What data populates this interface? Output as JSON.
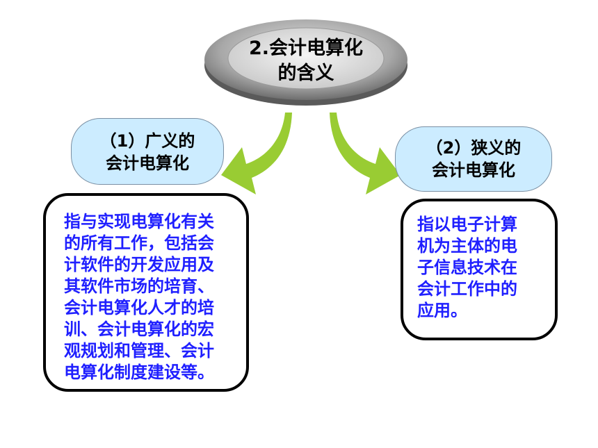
{
  "title": {
    "line1": "2.会计电算化",
    "line2": "的含义"
  },
  "broad": {
    "label_line1": "（1）广义的",
    "label_line2": "会计电算化",
    "description_lines": [
      "指与实现电算化有关",
      "的所有工作，包括会",
      "计软件的开发应用及",
      "其软件市场的培育、",
      "会计电算化人才的培",
      "训、会计电算化的宏",
      "观规划和管理、会计",
      "电算化制度建设等。"
    ]
  },
  "narrow": {
    "label_line1": "（2）狭义的",
    "label_line2": "会计电算化",
    "description_lines": [
      "指以电子计算",
      "机为主体的电",
      "子信息技术在",
      "会计工作中的",
      "应用。"
    ]
  },
  "colors": {
    "title_disc": "#b3b3b3",
    "arrow": "#99cc33",
    "category_fill": "#ccecff",
    "description_text": "#1f1fff"
  }
}
